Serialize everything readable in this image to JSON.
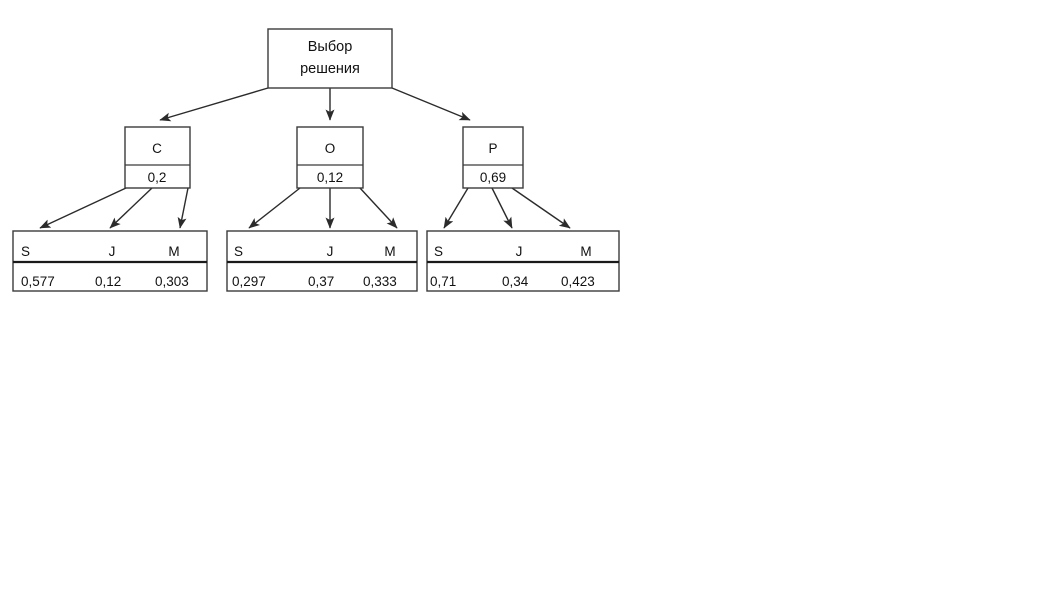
{
  "diagram": {
    "type": "hierarchy-tree",
    "root": {
      "label_line1": "Выбор",
      "label_line2": "решения"
    },
    "criteria": [
      {
        "name": "C",
        "weight": "0,2"
      },
      {
        "name": "O",
        "weight": "0,12"
      },
      {
        "name": "P",
        "weight": "0,69"
      }
    ],
    "alternative_headers": [
      "S",
      "J",
      "M"
    ],
    "tables": [
      {
        "parent": "C",
        "headers": [
          "S",
          "J",
          "M"
        ],
        "values": [
          "0,577",
          "0,12",
          "0,303"
        ]
      },
      {
        "parent": "O",
        "headers": [
          "S",
          "J",
          "M"
        ],
        "values": [
          "0,297",
          "0,37",
          "0,333"
        ]
      },
      {
        "parent": "P",
        "headers": [
          "S",
          "J",
          "M"
        ],
        "values": [
          "0,71",
          "0,34",
          "0,423"
        ]
      }
    ],
    "colors": {
      "background": "#ffffff",
      "stroke": "#3b3b3b",
      "text": "#111111",
      "separator_strong": "#1a1a1a"
    }
  }
}
